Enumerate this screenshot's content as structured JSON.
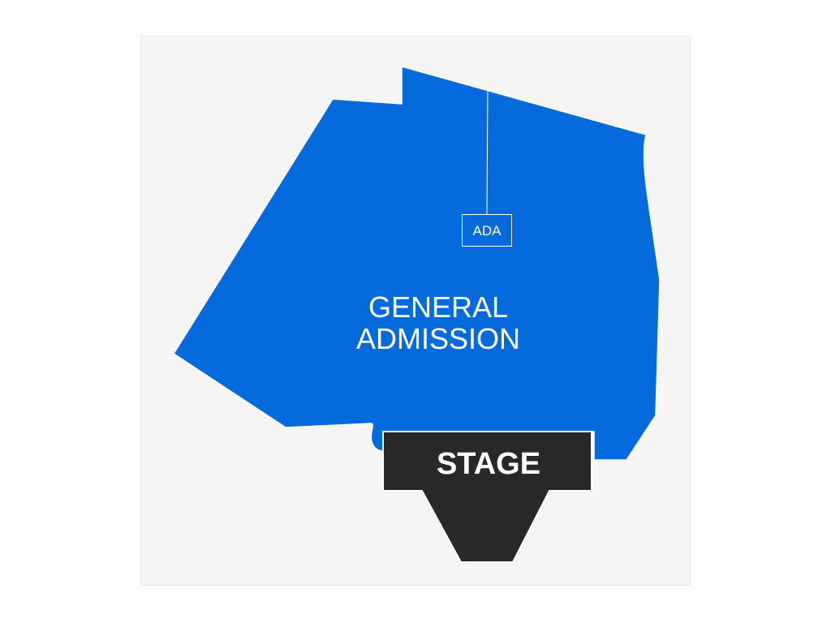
{
  "map": {
    "section_label_line1": "GENERAL",
    "section_label_line2": "ADMISSION",
    "ada_label": "ADA",
    "stage_label": "STAGE"
  },
  "colors": {
    "canvas_background": "#f5f5f5",
    "canvas_border": "#e6e6e6",
    "general_admission_fill": "#056bdc",
    "stage_fill": "#282828",
    "label_text": "#ffffff"
  }
}
